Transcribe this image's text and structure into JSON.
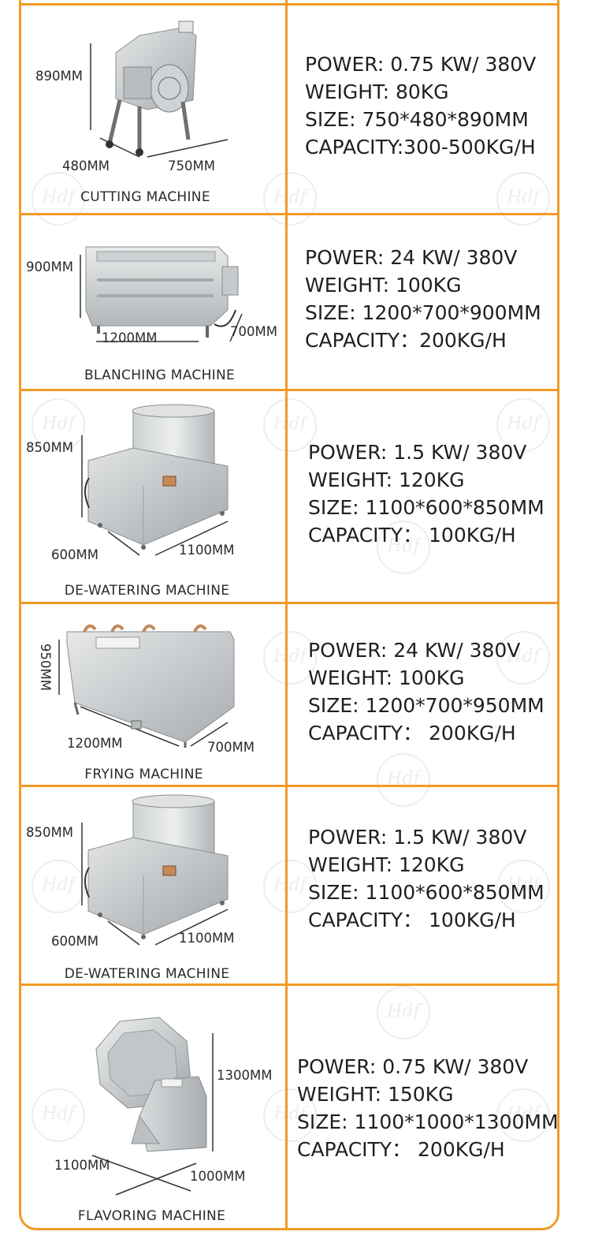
{
  "colors": {
    "border": "#f29a26",
    "steel": "#c9ccce",
    "text": "#202020"
  },
  "rows": [
    {
      "machine": "CUTTING MACHINE",
      "dims": {
        "height": "890MM",
        "depth": "480MM",
        "width": "750MM"
      },
      "specs": {
        "power": "POWER: 0.75 KW/ 380V",
        "weight": "WEIGHT: 80KG",
        "size": "SIZE: 750*480*890MM",
        "capacity": "CAPACITY:300-500KG/H"
      }
    },
    {
      "machine": "BLANCHING MACHINE",
      "dims": {
        "height": "900MM",
        "width": "1200MM",
        "depth": "700MM"
      },
      "specs": {
        "power": "POWER: 24 KW/ 380V",
        "weight": "WEIGHT: 100KG",
        "size": "SIZE: 1200*700*900MM",
        "capacity": "CAPACITY：200KG/H"
      }
    },
    {
      "machine": "DE-WATERING MACHINE",
      "dims": {
        "height": "850MM",
        "depth": "600MM",
        "width": "1100MM"
      },
      "specs": {
        "power": "POWER: 1.5 KW/ 380V",
        "weight": "WEIGHT: 120KG",
        "size": "SIZE: 1100*600*850MM",
        "capacity": "CAPACITY： 100KG/H"
      }
    },
    {
      "machine": "FRYING  MACHINE",
      "dims": {
        "height": "950MM",
        "width": "1200MM",
        "depth": "700MM"
      },
      "specs": {
        "power": "POWER: 24 KW/ 380V",
        "weight": "WEIGHT: 100KG",
        "size": "SIZE: 1200*700*950MM",
        "capacity": "CAPACITY： 200KG/H"
      }
    },
    {
      "machine": "DE-WATERING MACHINE",
      "dims": {
        "height": "850MM",
        "depth": "600MM",
        "width": "1100MM"
      },
      "specs": {
        "power": "POWER: 1.5 KW/ 380V",
        "weight": "WEIGHT: 120KG",
        "size": "SIZE: 1100*600*850MM",
        "capacity": "CAPACITY： 100KG/H"
      }
    },
    {
      "machine": "FLAVORING  MACHINE",
      "dims": {
        "height": "1300MM",
        "width": "1100MM",
        "depth": "1000MM"
      },
      "specs": {
        "power": "POWER: 0.75 KW/ 380V",
        "weight": "WEIGHT: 150KG",
        "size": "SIZE: 1100*1000*1300MM",
        "capacity": "CAPACITY： 200KG/H"
      }
    }
  ]
}
